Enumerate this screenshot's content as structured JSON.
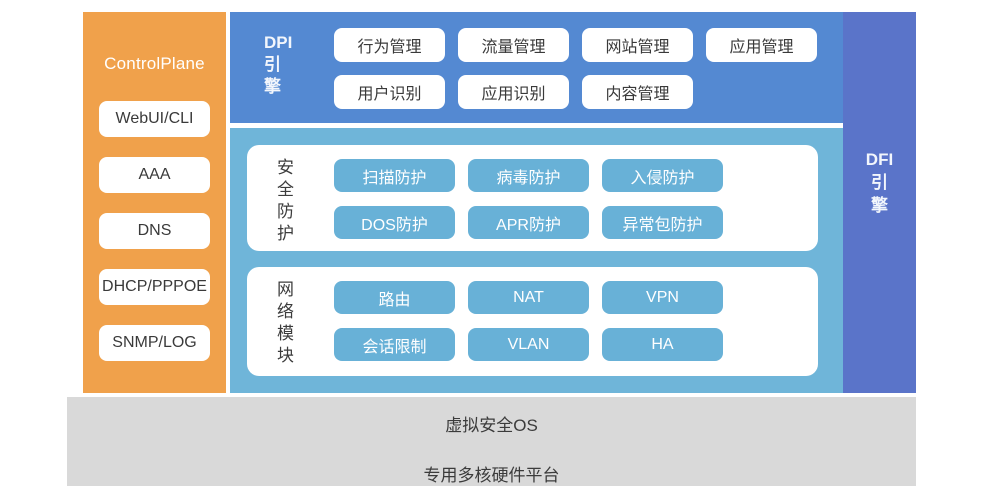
{
  "control_plane": {
    "title": "ControlPlane",
    "items": [
      "WebUI/CLI",
      "AAA",
      "DNS",
      "DHCP/PPPOE",
      "SNMP/LOG"
    ]
  },
  "dpi_engine": {
    "label": "DPI\n引\n擎",
    "buttons": [
      "行为管理",
      "流量管理",
      "网站管理",
      "应用管理",
      "用户识别",
      "应用识别",
      "内容管理"
    ]
  },
  "dfi_engine": {
    "label": "DFI\n引\n擎"
  },
  "security_protection": {
    "label": "安\n全\n防\n护",
    "buttons": [
      "扫描防护",
      "病毒防护",
      "入侵防护",
      "DOS防护",
      "APR防护",
      "异常包防护"
    ]
  },
  "network_module": {
    "label": "网\n络\n模\n块",
    "buttons": [
      "路由",
      "NAT",
      "VPN",
      "会话限制",
      "VLAN",
      "HA"
    ]
  },
  "platform": {
    "os": "虚拟安全OS",
    "hardware": "专用多核硬件平台"
  },
  "colors": {
    "orange": "#F0A14B",
    "dpi_blue": "#5489D2",
    "dfi_indigo": "#5A74C9",
    "panel_light_blue": "#6FB5D9",
    "chip_blue": "#68B1D7",
    "platform_gray": "#D9D9D9",
    "chip_white": "#FFFFFF",
    "text_dark": "#3A3A3A",
    "text_white": "#FFFFFF"
  }
}
